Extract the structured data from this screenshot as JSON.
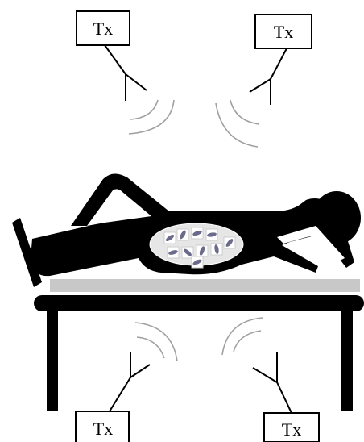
{
  "transmitters": [
    {
      "label": "Tx"
    },
    {
      "label": "Tx"
    },
    {
      "label": "Tx"
    },
    {
      "label": "Tx"
    }
  ],
  "colors": {
    "ink": "#000000",
    "wave": "#a0a0a0",
    "mattress": "#c8c8c8",
    "body_bg": "#ffffff",
    "implant_region": "#e6e6e6",
    "capsule": "#6a6a8a"
  }
}
